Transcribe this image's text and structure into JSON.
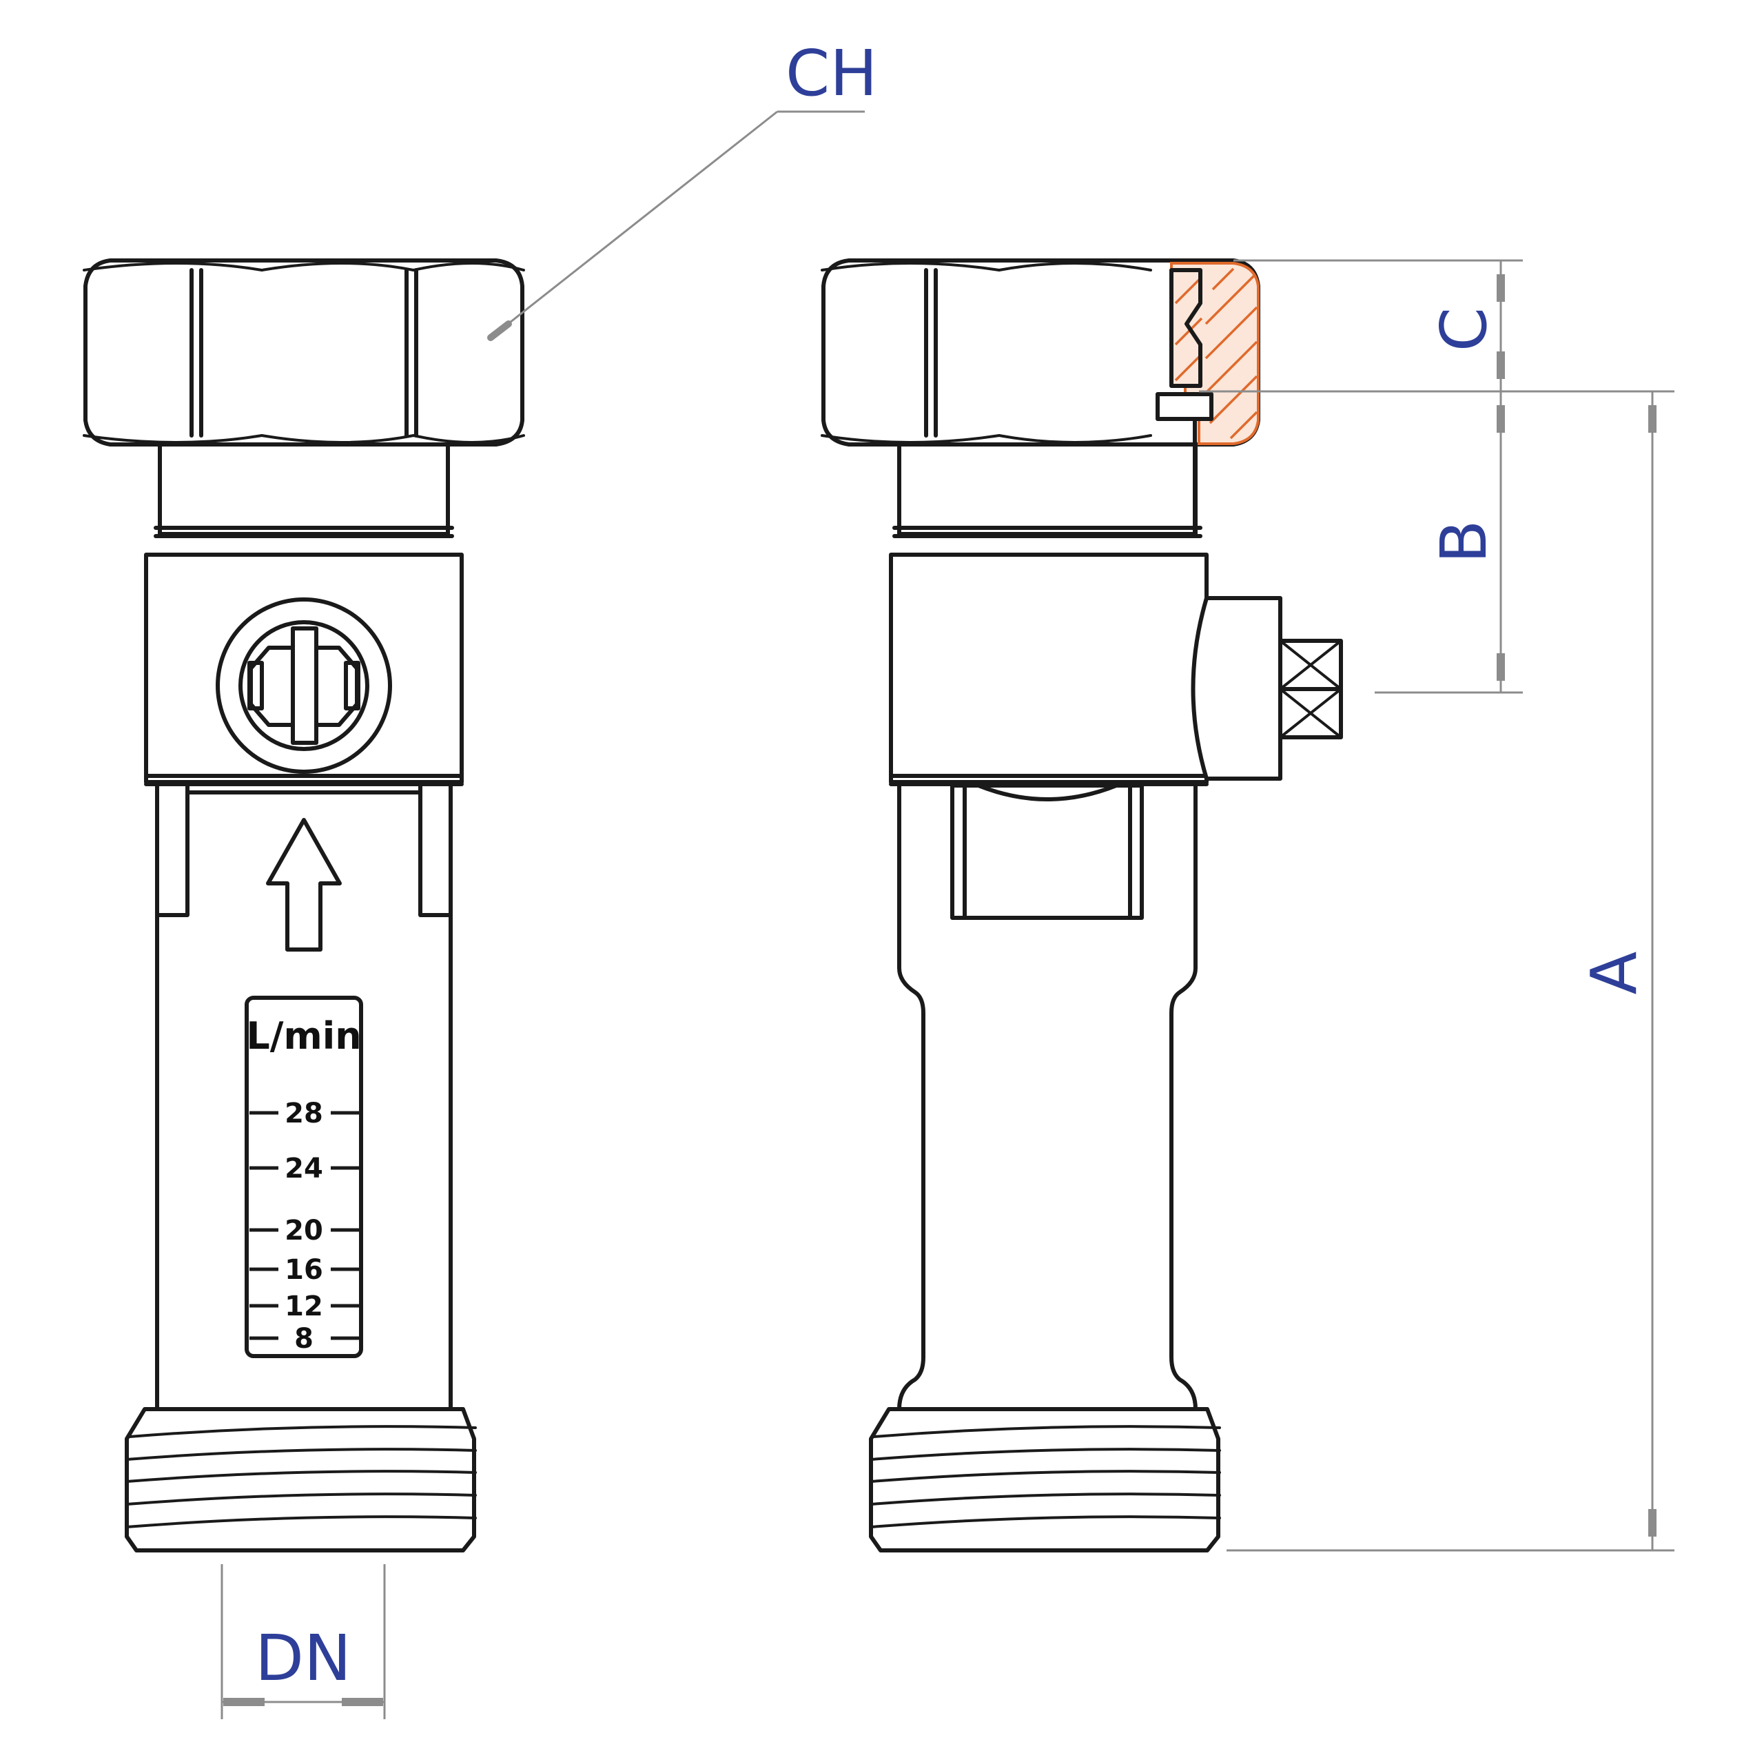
{
  "labels": {
    "ch": "CH",
    "dn": "DN",
    "a": "A",
    "b": "B",
    "c": "C"
  },
  "flow_scale": {
    "unit": "L/min",
    "marks": [
      "28",
      "24",
      "20",
      "16",
      "12",
      "8"
    ]
  },
  "colors": {
    "line": "#1a1a1a",
    "dimension": "#8c8c8c",
    "label": "#2e3f99",
    "section_hatch": "#e06a2c"
  }
}
